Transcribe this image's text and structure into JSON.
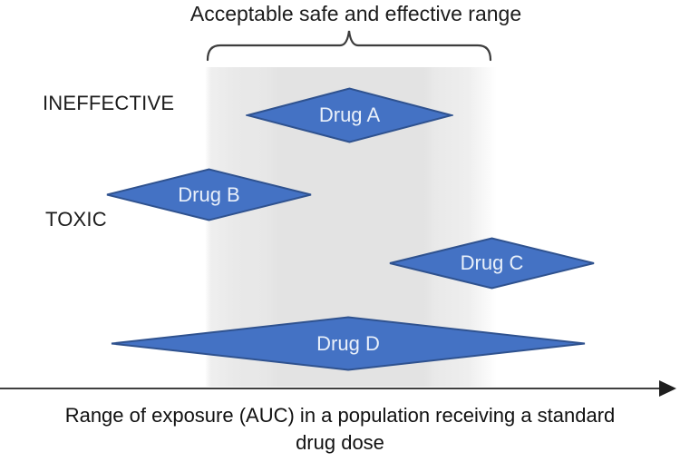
{
  "title": "Acceptable safe and effective range",
  "y_labels": {
    "ineffective": "INEFFECTIVE",
    "toxic": "TOXIC"
  },
  "axis": {
    "label_line1": "Range of exposure (AUC) in a population receiving a standard",
    "label_line2": "drug dose"
  },
  "drugs": [
    {
      "label": "Drug A",
      "relation_to_range": "lies entirely within the shaded acceptable range"
    },
    {
      "label": "Drug B",
      "relation_to_range": "extends to the left, beyond the low edge of the acceptable range"
    },
    {
      "label": "Drug C",
      "relation_to_range": "extends to the right, beyond the high edge of the acceptable range"
    },
    {
      "label": "Drug D",
      "relation_to_range": "wide span extending beyond both edges of the acceptable range"
    }
  ],
  "colors": {
    "diamond_fill": "#4472c4",
    "diamond_border": "#2f528f",
    "diamond_text": "#e9f0fa",
    "band_gray": "#e3e3e3",
    "text": "#1a1a1a",
    "axis": "#3f3f3f"
  }
}
